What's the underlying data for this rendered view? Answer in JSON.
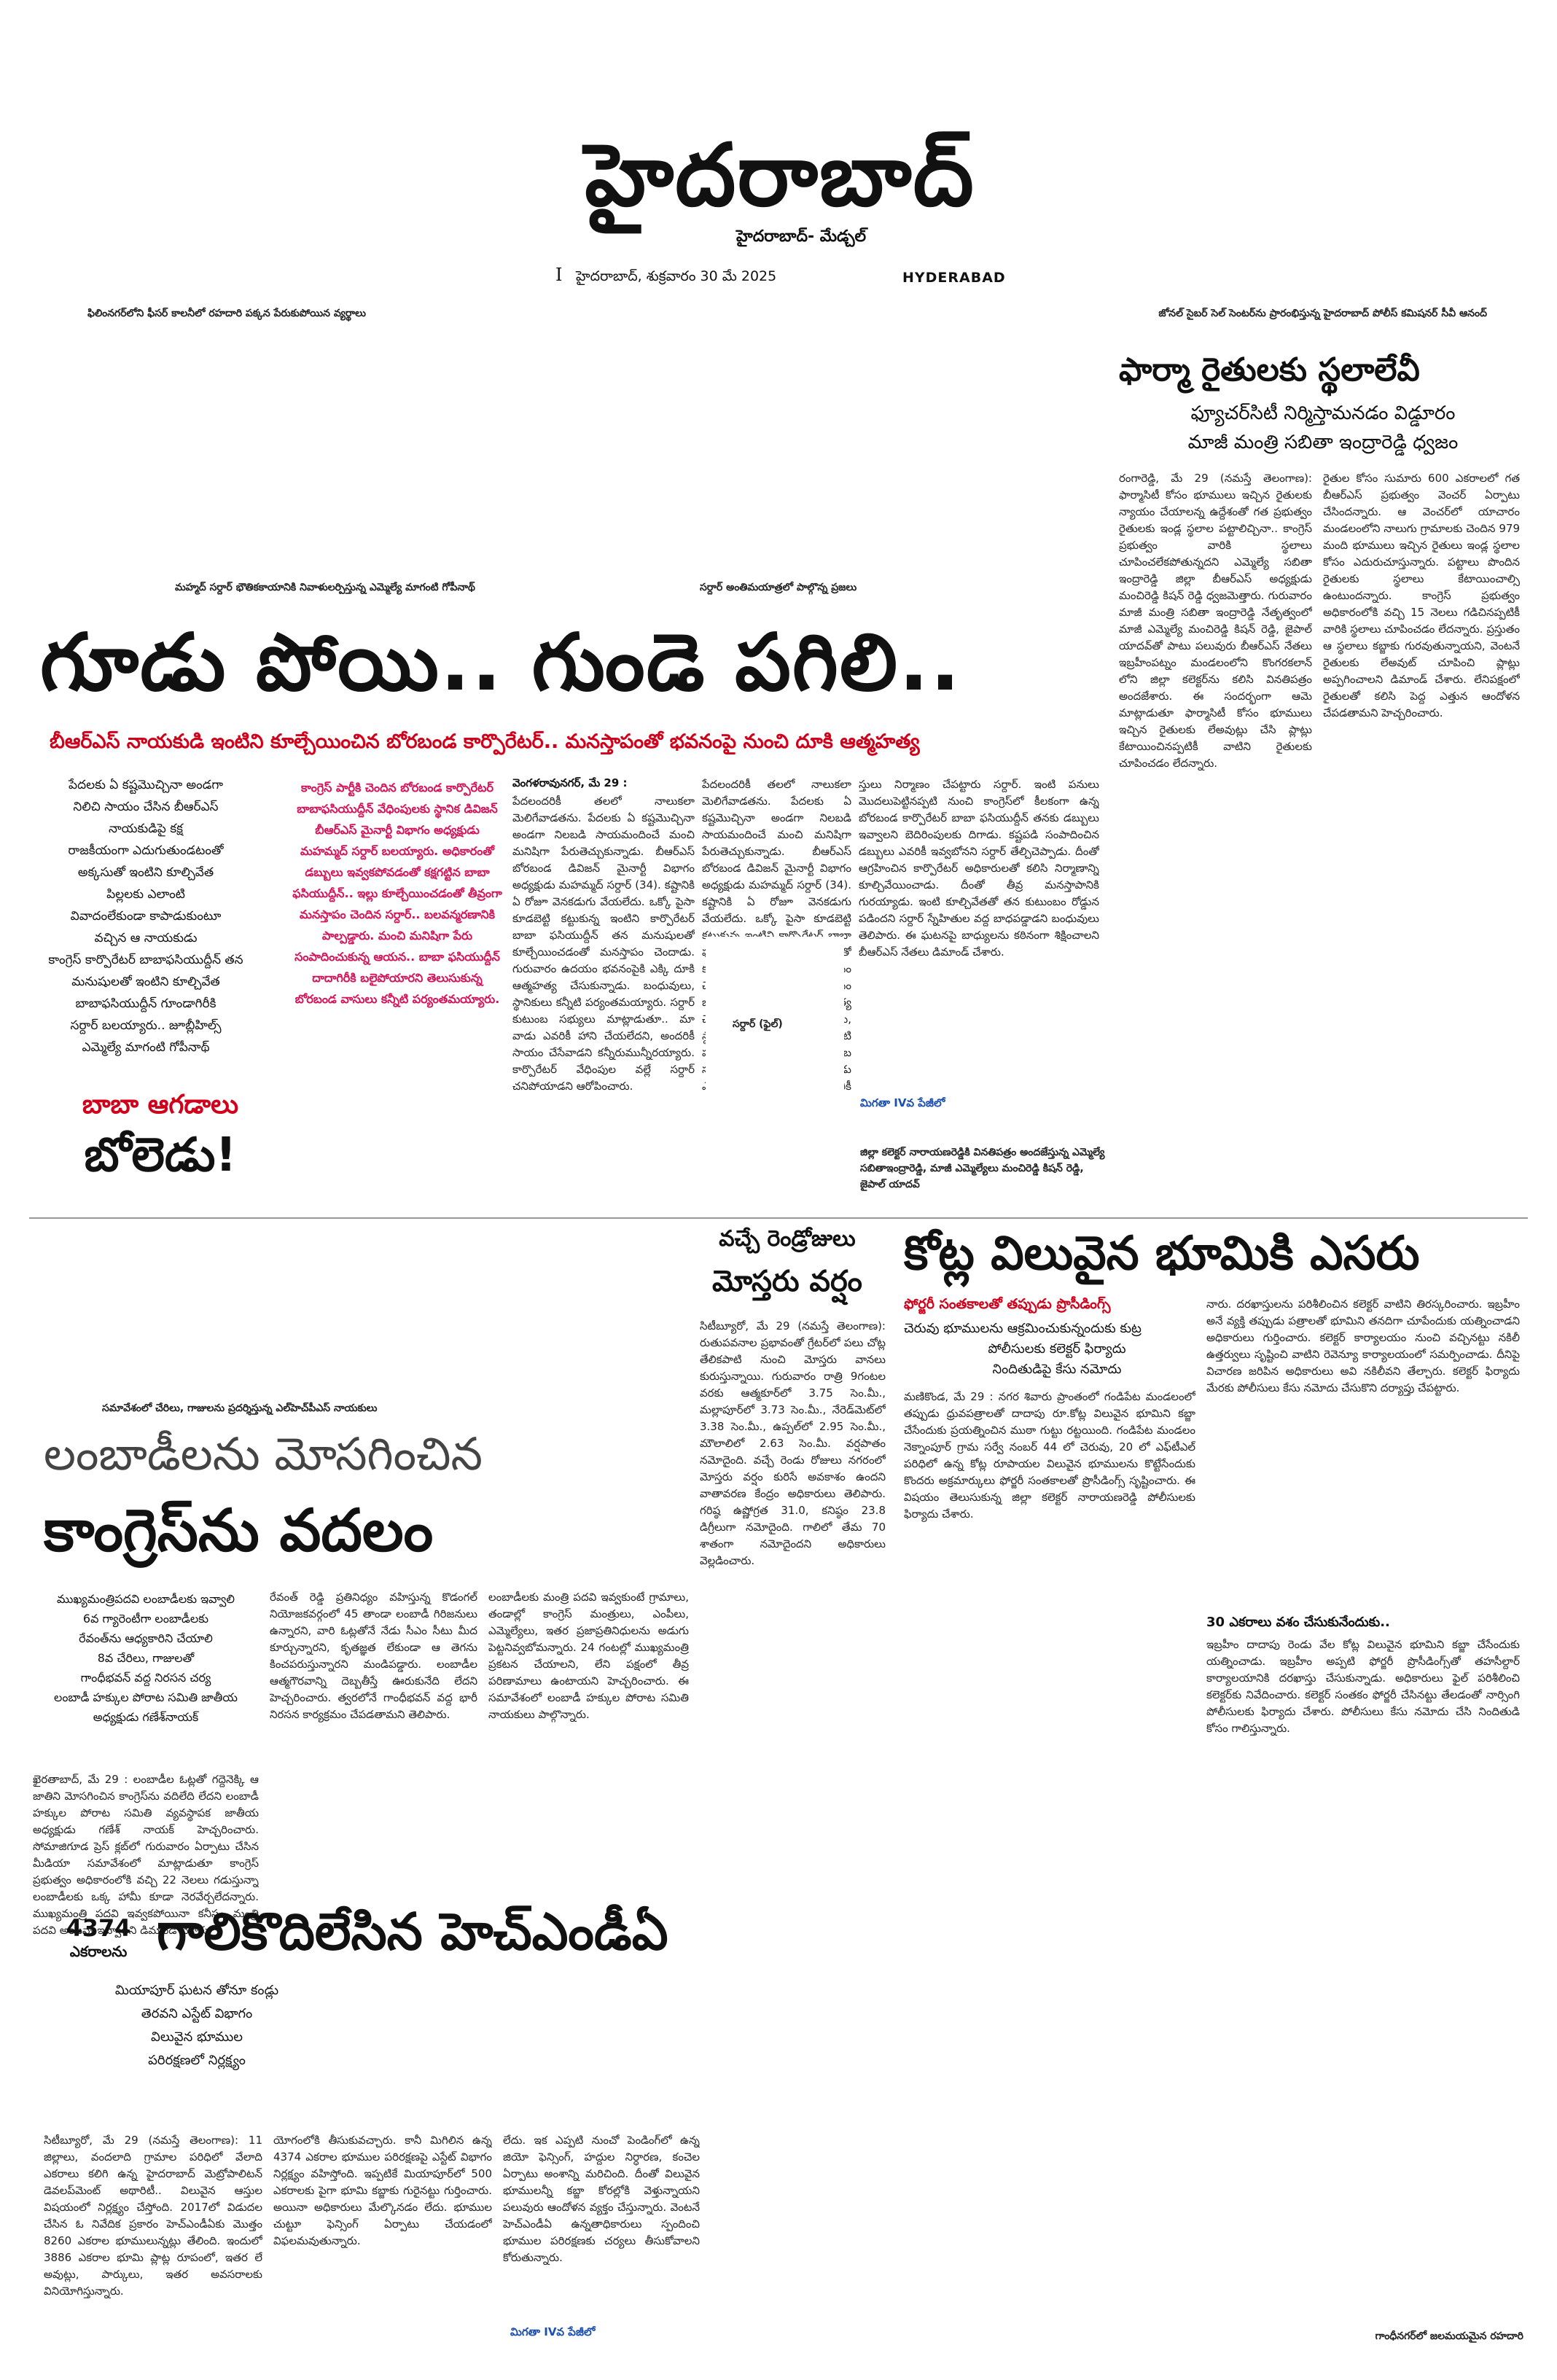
{
  "masthead": {
    "title": "హైదరాబాద్",
    "subtitle": "హైదరాబాద్- మేడ్చల్",
    "page_no": "I",
    "dateline": "హైదరాబాద్, శుక్రవారం 30 మే 2025",
    "edition": "HYDERABAD"
  },
  "top_captions": {
    "left": "ఫిలింనగర్‌లోని ఫీసర్ కాలనీలో రహదారి పక్కన పేరుకుపోయిన వ్యర్థాలు",
    "right": "జోనల్ సైబర్ సెల్ సెంటర్‌ను ప్రారంభిస్తున్న హైదరాబాద్ పోలీస్ కమిషనర్ సీవీ ఆనంద్"
  },
  "pharma": {
    "headline": "ఫార్మా రైతులకు స్థలాలేవీ",
    "sub1": "ఫ్యూచర్‌సిటీ నిర్మిస్తామనడం విడ్డూరం",
    "sub2": "మాజీ మంత్రి సబితా ఇంద్రారెడ్డి ధ్వజం",
    "col1": "రంగారెడ్డి, మే 29 (నమస్తే తెలంగాణ): ఫార్మాసిటీ కోసం భూములు ఇచ్చిన రైతులకు న్యాయం చేయాలన్న ఉద్దేశంతో గత ప్రభుత్వం రైతులకు ఇండ్ల స్థలాల పట్టాలిచ్చినా.. కాంగ్రెస్ ప్రభుత్వం వారికి స్థలాలు చూపించలేకపోతున్నదని ఎమ్మెల్యే సబితా ఇంద్రారెడ్డి జిల్లా బీఆర్‌ఎస్ అధ్యక్షుడు మంచిరెడ్డి కిషన్ రెడ్డి ధ్వజమెత్తారు. గురువారం మాజీ మంత్రి సబితా ఇంద్రారెడ్డి నేతృత్వంలో మాజీ ఎమ్మెల్యే మంచిరెడ్డి కిషన్ రెడ్డి, జైపాల్ యాదవ్‌తో పాటు పలువురు బీఆర్‌ఎస్ నేతలు ఇబ్రహీంపట్నం మండలంలోని కొంగరకలాన్ లోని జిల్లా కలెక్టర్‌ను కలిసి వినతిపత్రం అందజేశారు. ఈ సందర్భంగా ఆమె మాట్లాడుతూ ఫార్మాసిటీ కోసం భూములు ఇచ్చిన రైతులకు లేఅవుట్లు చేసి ప్లాట్లు కేటాయించినప్పటికీ వాటిని రైతులకు చూపించడం లేదన్నారు.",
    "col2": "రైతుల కోసం సుమారు 600 ఎకరాలలో గత బీఆర్‌ఎస్ ప్రభుత్వం వెంచర్ ఏర్పాటు చేసిందన్నారు. ఆ వెంచర్‌లో యాచారం మండలంలోని నాలుగు గ్రామాలకు చెందిన 979 మంది భూములు ఇచ్చిన రైతులు ఇండ్ల స్థలాల కోసం ఎదురుచూస్తున్నారు. పట్టాలు పొందిన రైతులకు స్థలాలు కేటాయించాల్సి ఉంటుందన్నారు. కాంగ్రెస్ ప్రభుత్వం అధికారంలోకి వచ్చి 15 నెలలు గడిచినప్పటికీ వారికి స్థలాలు చూపించడం లేదన్నారు. ప్రస్తుతం ఆ స్థలాలు కబ్జాకు గురవుతున్నాయని, వెంటనే రైతులకు లేఅవుట్ చూపించి ప్లాట్లు అప్పగించాలని డిమాండ్ చేశారు. లేనిపక్షంలో రైతులతో కలిసి పెద్ద ఎత్తున ఆందోళన చేపడతామని హెచ్చరించారు."
  },
  "main_story": {
    "kicker_left": "మహ్మద్ సర్దార్ భౌతికకాయానికి నివాళులర్పిస్తున్న ఎమ్మెల్యే మాగంటి గోపీనాథ్",
    "kicker_right": "సర్దార్ అంతిమయాత్రలో పాల్గొన్న ప్రజలు",
    "headline": "గూడు పోయి.. గుండె పగిలి..",
    "subheadline": "బీఆర్‌ఎస్ నాయకుడి ఇంటిని కూల్చేయించిన బోరబండ కార్పొరేటర్.. మనస్తాపంతో భవనంపై నుంచి దూకి ఆత్మహత్య",
    "sidebar_lines": [
      "పేదలకు ఏ కష్టమొచ్చినా అండగా",
      "నిలిచి సాయం చేసిన బీఆర్‌ఎస్",
      "నాయకుడిపై కక్ష",
      "రాజకీయంగా ఎదుగుతుండటంతో",
      "అక్కసుతో ఇంటిని కూల్చివేత",
      "పిల్లలకు ఎలాంటి",
      "వివాదంలేకుండా కాపాడుకుంటూ",
      "వచ్చిన ఆ నాయకుడు",
      "కాంగ్రెస్ కార్పొరేటర్ బాబాఫసియుద్దీన్ తన",
      "మనుషులతో ఇంటిని కూల్చివేత",
      "బాబాఫసియుద్దీన్ గూండాగిరీకి",
      "సర్దార్ బలయ్యారు.. జూబ్లీహిల్స్",
      "ఎమ్మెల్యే మాగంటి గోపీనాథ్"
    ],
    "baba_line1": "బాబా ఆగడాలు",
    "baba_line2": "బోలెడు!",
    "pull_quote": "కాంగ్రెస్ పార్టీకి చెందిన బోరబండ కార్పొరేటర్ బాబాఫసియుద్దీన్ వేధింపులకు స్థానిక డివిజన్ బీఆర్‌ఎస్ మైనార్టీ విభాగం అధ్యక్షుడు మహమ్మద్ సర్దార్ బలయ్యారు. అధికారంతో డబ్బులు ఇవ్వకపోవడంతో కక్షగట్టిన బాబా ఫసియుద్దీన్‌.. ఇల్లు కూల్చేయించడంతో తీవ్రంగా మనస్తాపం చెందిన సర్దార్‌.. బలవన్మరణానికి పాల్పడ్డారు. మంచి మనిషిగా పేరు సంపాదించుకున్న ఆయన.. బాబా ఫసియుద్దీన్ దాదాగిరీకి బలైపోయారని తెలుసుకున్న బోరబండ వాసులు కన్నీటి పర్యంతమయ్యారు.",
    "dateline": "వెంగళరావునగర్, మే 29 :",
    "col_a": "పేదలందరికీ తలలో నాలుకలా మెలిగేవాడతను. పేదలకు ఏ కష్టమొచ్చినా అండగా నిలబడి సాయమందించే మంచి మనిషిగా పేరుతెచ్చుకున్నాడు. బీఆర్‌ఎస్ బోరబండ డివిజన్ మైనార్టీ విభాగం అధ్యక్షుడు మహమ్మద్ సర్దార్ (34). కష్టానికి ఏ రోజూ వెనకడుగు వేయలేదు. ఒక్కో పైసా కూడబెట్టి కట్టుకున్న ఇంటిని కార్పొరేటర్ బాబా ఫసియుద్దీన్ తన మనుషులతో కూల్చేయించడంతో మనస్తాపం చెందాడు. గురువారం ఉదయం భవనంపైకి ఎక్కి దూకి ఆత్మహత్య చేసుకున్నాడు. బంధువులు, స్థానికులు కన్నీటి పర్యంతమయ్యారు. సర్దార్ కుటుంబ సభ్యులు మాట్లాడుతూ.. మా వాడు ఎవరికీ హాని చేయలేదని, అందరికీ సాయం చేసేవాడని కన్నీరుమున్నీరయ్యారు. కార్పొరేటర్ వేధింపుల వల్లే సర్దార్ చనిపోయాడని ఆరోపించారు.",
    "col_b": "స్తులు నిర్మాణం చేపట్టారు సర్దార్. ఇంటి పనులు మొదలుపెట్టినప్పటి నుంచి కాంగ్రెస్‌లో కీలకంగా ఉన్న బోరబండ కార్పొరేటర్ బాబా ఫసియుద్దీన్ తనకు డబ్బులు ఇవ్వాలని బెదిరింపులకు దిగాడు. కష్టపడి సంపాదించిన డబ్బులు ఎవరికీ ఇవ్వబోనని సర్దార్ తేల్చిచెప్పాడు. దీంతో ఆగ్రహించిన కార్పొరేటర్ అధికారులతో కలిసి నిర్మాణాన్ని కూల్చివేయించాడు. దీంతో తీవ్ర మనస్తాపానికి గురయ్యాడు. ఇంటి కూల్చివేతతో తన కుటుంబం రోడ్డున పడిందని సర్దార్ స్నేహితుల వద్ద బాధపడ్డాడని బంధువులు తెలిపారు. ఈ ఘటనపై బాధ్యులను కఠినంగా శిక్షించాలని బీఆర్‌ఎస్ నేతలు డిమాండ్ చేశారు.",
    "photo_caption": "సర్దార్ (ఫైల్)",
    "jump": "మిగతా IVవ పేజీలో",
    "bottom_caption": "జిల్లా కలెక్టర్ నారాయణరెడ్డికి వినతిపత్రం అందజేస్తున్న ఎమ్మెల్యే సబితాఇంద్రారెడ్డి, మాజీ ఎమ్మెల్యేలు మంచిరెడ్డి కిషన్ రెడ్డి, జైపాల్ యాదవ్"
  },
  "land": {
    "headline": "కోట్ల విలువైన భూమికి ఎసరు",
    "sub_red": "ఫోర్జరీ సంతకాలతో తప్పుడు ప్రొసీడింగ్స్",
    "sub_black": "చెరువు భూములను ఆక్రమించుకున్నందుకు కుట్ర",
    "sub3": "పోలీసులకు కలెక్టర్ ఫిర్యాదు",
    "sub4": "నిందితుడిపై కేసు నమోదు",
    "col1": "మణికొండ, మే 29 : నగర శివారు ప్రాంతంలో గండిపేట మండలంలో తప్పుడు ధ్రువపత్రాలతో దాదాపు రూ.కోట్ల విలువైన భూమిని కబ్జా చేసేందుకు ప్రయత్నించిన ముఠా గుట్టు రట్టయింది. గండిపేట మండలం నెక్నాంపూర్ గ్రామ సర్వే నంబర్ 44 లో చెరువు, 20 లో ఎఫ్‌టీఎల్ పరిధిలో ఉన్న కోట్ల రూపాయల విలువైన భూములను కొట్టేసేందుకు కొందరు అక్రమార్కులు ఫోర్జరీ సంతకాలతో ప్రొసీడింగ్స్ సృష్టించారు. ఈ విషయం తెలుసుకున్న జిల్లా కలెక్టర్ నారాయణరెడ్డి పోలీసులకు ఫిర్యాదు చేశారు.",
    "col2": "నారు. దరఖాస్తులను పరిశీలించిన కలెక్టర్ వాటిని తిరస్కరించారు. ఇబ్రహీం అనే వ్యక్తి తప్పుడు పత్రాలతో భూమిని తనదిగా చూపేందుకు యత్నించాడని అధికారులు గుర్తించారు. కలెక్టర్ కార్యాలయం నుంచి వచ్చినట్టు నకిలీ ఉత్తర్వులు సృష్టించి వాటిని రెవెన్యూ కార్యాలయంలో సమర్పించాడు. దీనిపై విచారణ జరిపిన అధికారులు అవి నకిలీవని తేల్చారు. కలెక్టర్ ఫిర్యాదు మేరకు పోలీసులు కేసు నమోదు చేసుకొని దర్యాప్తు చేపట్టారు.",
    "sub_section": "30 ఎకరాలు వశం చేసుకునేందుకు..",
    "col3": "ఇబ్రహీం దాదాపు రెండు వేల కోట్ల విలువైన భూమిని కబ్జా చేసేందుకు యత్నించాడు. ఇబ్రహీం అప్పటి ఫోర్జరీ ప్రొసీడింగ్స్‌తో తహసీల్దార్ కార్యాలయానికి దరఖాస్తు చేసుకున్నాడు. అధికారులు ఫైల్ పరిశీలించి కలెక్టర్‌కు నివేదించారు. కలెక్టర్ సంతకం ఫోర్జరీ చేసినట్టు తేలడంతో నార్సింగి పోలీసులకు ఫిర్యాదు చేశారు. పోలీసులు కేసు నమోదు చేసి నిందితుడి కోసం గాలిస్తున్నారు."
  },
  "rain": {
    "line1": "వచ్చే రెండ్రోజులు",
    "line2": "మోస్తరు వర్షం",
    "col": "సిటీబ్యూరో, మే 29 (నమస్తే తెలంగాణ): రుతుపవనాల ప్రభావంతో గ్రేటర్‌లో పలు చోట్ల తేలికపాటి నుంచి మోస్తరు వానలు కురుస్తున్నాయి. గురువారం రాత్రి 9గంటల వరకు ఆత్మకూర్‌లో 3.75 సెం.మీ., మల్లాపూర్‌లో 3.73 సెం.మీ., నేరెడ్‌మెట్‌లో 3.38 సెం.మీ., ఉప్పల్‌లో 2.95 సెం.మీ., మౌలాలిలో 2.63 సెం.మీ. వర్షపాతం నమోదైంది. వచ్చే రెండు రోజులు నగరంలో మోస్తరు వర్షం కురిసే అవకాశం ఉందని వాతావరణ కేంద్రం అధికారులు తెలిపారు. గరిష్ఠ ఉష్ణోగ్రత 31.0, కనిష్ఠం 23.8 డిగ్రీలుగా నమోదైంది. గాలిలో తేమ 70 శాతంగా నమోదైందని అధికారులు వెల్లడించారు."
  },
  "lambadi": {
    "kicker": "సమావేశంలో చేరిలు, గాజులను ప్రదర్శిస్తున్న ఎల్‌హెచ్‌పీఎస్ నాయకులు",
    "line1": "లంబాడీలను మోసగించిన",
    "line2": "కాంగ్రెస్‌ను వదలం",
    "side_lines": [
      "ముఖ్యమంత్రిపదవి లంబాడీలకు ఇవ్వాలి",
      "6వ గ్యారెంటీగా లంబాడీలకు",
      "రేవంత్‌ను ఆధ్యకారిని చేయాలి",
      "8వ చేరిలు, గాజులతో",
      "గాంధీభవన్ వద్ద నిరసన చర్య",
      "లంబాడీ హక్కుల పోరాట సమితి జాతీయ",
      "అధ్యక్షుడు గణేశ్‌నాయక్"
    ],
    "col1": "ఖైరతాబాద్, మే 29 : లంబాడీల ఓట్లతో గద్దెనెక్కి ఆ జాతిని మోసగించిన కాంగ్రెస్‌ను వదిలేది లేదని లంబాడీ హక్కుల పోరాట సమితి వ్యవస్థాపక జాతీయ అధ్యక్షుడు గణేశ్ నాయక్ హెచ్చరించారు. సోమాజిగూడ ప్రెస్ క్లబ్‌లో గురువారం ఏర్పాటు చేసిన మీడియా సమావేశంలో మాట్లాడుతూ కాంగ్రెస్ ప్రభుత్వం అధికారంలోకి వచ్చి 22 నెలలు గడుస్తున్నా లంబాడీలకు ఒక్క హామీ కూడా నెరవేర్చలేదన్నారు. ముఖ్యమంత్రి పదవి ఇవ్వకపోయినా కనీసం మంత్రి పదవి అయినా ఇవ్వాలని డిమాండ్ చేశారు.",
    "col2": "రేవంత్ రెడ్డి ప్రతినిధ్యం వహిస్తున్న కొడంగల్ నియోజకవర్గంలో 45 తాండా లంబాడీ గిరిజనులు ఉన్నారని, వారి ఓట్లతోనే నేడు సీఎం సీటు మీద కూర్చున్నారని, కృతజ్ఞత లేకుండా ఆ తెగను కించపరుస్తున్నారని మండిపడ్డారు. లంబాడీల ఆత్మగౌరవాన్ని దెబ్బతీస్తే ఊరుకునేది లేదని హెచ్చరించారు. త్వరలోనే గాంధీభవన్ వద్ద భారీ నిరసన కార్యక్రమం చేపడతామని తెలిపారు.",
    "col3": "లంబాడీలకు మంత్రి పదవి ఇవ్వకుంటే గ్రామాలు, తండాల్లో కాంగ్రెస్ మంత్రులు, ఎంపీలు, ఎమ్మెల్యేలు, ఇతర ప్రజాప్రతినిధులను అడుగు పెట్టనివ్వబోమన్నారు. 24 గంటల్లో ముఖ్యమంత్రి ప్రకటన చేయాలని, లేని పక్షంలో తీవ్ర పరిణామాలు ఉంటాయని హెచ్చరించారు. ఈ సమావేశంలో లంబాడీ హక్కుల పోరాట సమితి నాయకులు పాల్గొన్నారు."
  },
  "hmda": {
    "num": "4374",
    "unit": "ఎకరాలను",
    "headline": "గాలికొదిలేసిన హెచ్ఎండీఏ",
    "side_lines": [
      "మియాపూర్ ఘటన తోనూ కండ్లు",
      "తెరవని ఎస్టేట్ విభాగం",
      "విలువైన భూముల",
      "పరిరక్షణలో నిర్లక్ష్యం"
    ],
    "col1": "సిటీబ్యూరో, మే 29 (నమస్తే తెలంగాణ): 11 జిల్లాలు, వందలాది గ్రామాల పరిధిలో వేలాది ఎకరాలు కలిగి ఉన్న హైదరాబాద్ మెట్రోపాలిటన్ డెవలప్‌మెంట్ అథారిటీ.. విలువైన ఆస్తుల విషయంలో నిర్లక్ష్యం చేస్తోంది. 2017లో విడుదల చేసిన ఓ నివేదిక ప్రకారం హెచ్ఎండీఏకు మొత్తం 8260 ఎకరాల భూములున్నట్లు తేలింది. ఇందులో 3886 ఎకరాల భూమి ప్లాట్ల రూపంలో, ఇతర లే అవుట్లు, పార్కులు, ఇతర అవసరాలకు వినియోగిస్తున్నారు.",
    "col2": "యోగంలోకి తీసుకువచ్చారు. కానీ మిగిలిన ఉన్న 4374 ఎకరాల భూముల పరిరక్షణపై ఎస్టేట్ విభాగం నిర్లక్ష్యం వహిస్తోంది. ఇప్పటికే మియాపూర్‌లో 500 ఎకరాలకు పైగా భూమి కబ్జాకు గురైనట్టు గుర్తించారు. అయినా అధికారులు మేల్కొనడం లేదు. భూముల చుట్టూ ఫెన్సింగ్ ఏర్పాటు చేయడంలో విఫలమవుతున్నారు.",
    "col3": "లేదు. ఇక ఎప్పటి నుంచో పెండింగ్‌లో ఉన్న జియో ఫెన్సింగ్, హద్దుల నిర్ధారణ, కంచెల ఏర్పాటు అంశాన్ని మరిచింది. దీంతో విలువైన భూములన్నీ కబ్జా కోరల్లోకి వెళ్తున్నాయని పలువురు ఆందోళన వ్యక్తం చేస్తున్నారు. వెంటనే హెచ్ఎండీఏ ఉన్నతాధికారులు స్పందించి భూముల పరిరక్షణకు చర్యలు తీసుకోవాలని కోరుతున్నారు.",
    "jump": "మిగతా IVవ పేజీలో"
  },
  "bottom_caption": "గాంధీనగర్‌లో జలమయమైన రహదారి"
}
